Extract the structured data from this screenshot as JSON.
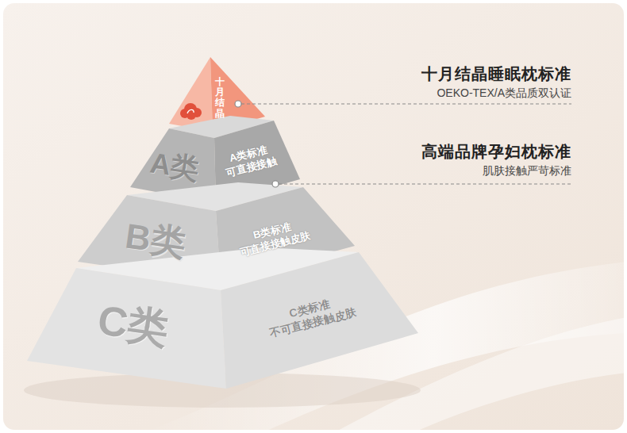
{
  "diagram": {
    "nodes": [
      {
        "text": [
          "十月结晶"
        ]
      },
      {
        "text": [
          "A类",
          "A类标准 可直接接触"
        ]
      },
      {
        "text": [
          "B类",
          "B类标准 可直接接触皮肤"
        ]
      },
      {
        "text": [
          "C类",
          "C类标准 不可直接接触皮肤"
        ]
      }
    ],
    "labels": [
      "十月结晶睡眠枕标准",
      "OEKO-TEX/A类品质双认证",
      "高端品牌孕妇枕标准",
      "肌肤接触严苛标准"
    ]
  }
}
